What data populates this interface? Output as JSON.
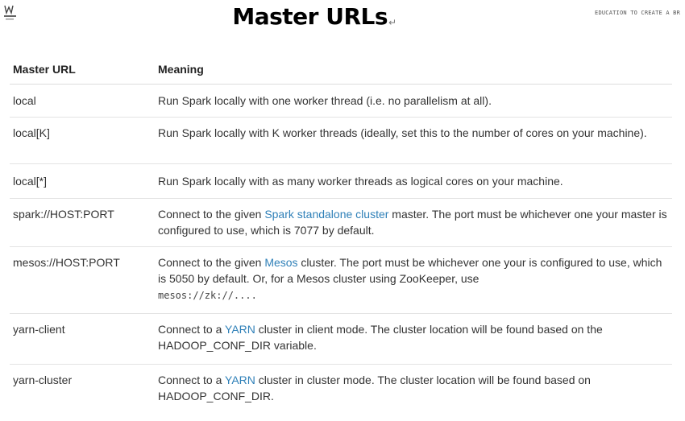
{
  "header": {
    "title": "Master URLs",
    "title_mark": "↵",
    "tagline": "EDUCATION TO CREATE A BR"
  },
  "table": {
    "columns": [
      "Master URL",
      "Meaning"
    ],
    "rows": [
      {
        "url": "local",
        "meaning": "Run Spark locally with one worker thread (i.e. no parallelism at all)."
      },
      {
        "url": "local[K]",
        "meaning": "Run Spark locally with K worker threads (ideally, set this to the number of cores on your machine)."
      },
      {
        "url": "local[*]",
        "meaning": "Run Spark locally with as many worker threads as logical cores on your machine."
      },
      {
        "url": "spark://HOST:PORT",
        "pre": "Connect to the given ",
        "link": "Spark standalone cluster",
        "post": " master. The port must be whichever one your master is configured to use, which is 7077 by default."
      },
      {
        "url": "mesos://HOST:PORT",
        "pre": "Connect to the given ",
        "link": "Mesos",
        "post": " cluster. The port must be whichever one your is configured to use, which is 5050 by default. Or, for a Mesos cluster using ZooKeeper, use ",
        "code": "mesos://zk://...."
      },
      {
        "url": "yarn-client",
        "pre": "Connect to a ",
        "link": "YARN",
        "post": " cluster in client mode. The cluster location will be found based on the HADOOP_CONF_DIR variable."
      },
      {
        "url": "yarn-cluster",
        "pre": "Connect to a ",
        "link": "YARN",
        "post": " cluster in cluster mode. The cluster location will be found based on HADOOP_CONF_DIR."
      }
    ]
  },
  "colors": {
    "link": "#2f80b8",
    "text": "#333333",
    "rule": "#e3e3e3"
  }
}
